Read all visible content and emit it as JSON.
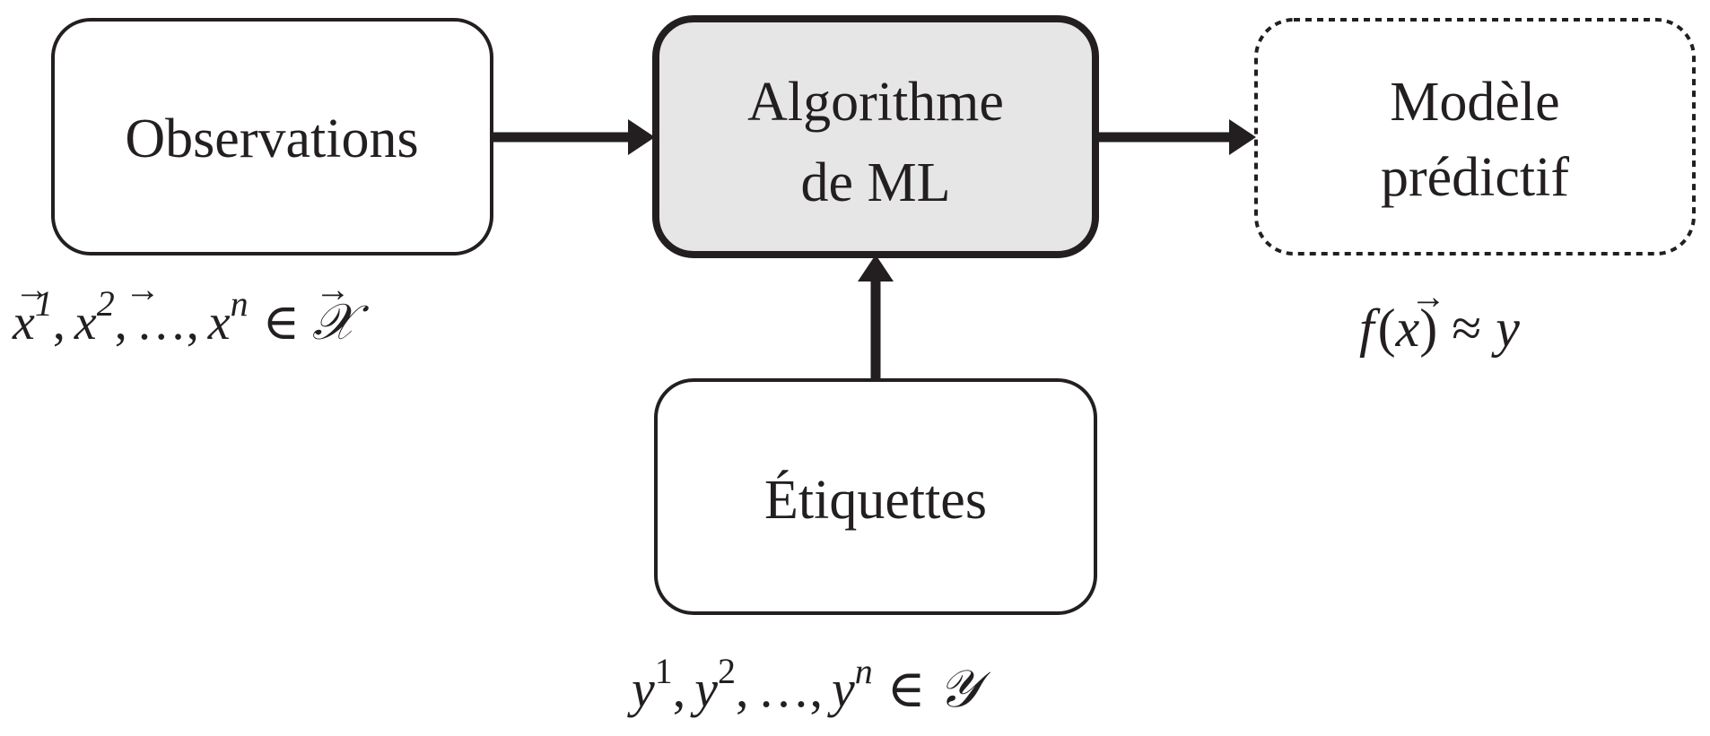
{
  "nodes": {
    "observations": {
      "label": "Observations",
      "style": "solid"
    },
    "algorithm": {
      "line1": "Algorithme",
      "line2": "de ML",
      "style": "bold",
      "fill": "#e6e6e6"
    },
    "model": {
      "line1": "Modèle",
      "line2": "prédictif",
      "style": "dashed"
    },
    "labels": {
      "label": "Étiquettes",
      "style": "solid"
    }
  },
  "math": {
    "observations": {
      "var": "x",
      "vec": "→",
      "sup1": "1",
      "sup2": "2",
      "supn": "n",
      "comma": ",",
      "ellipsis": "…",
      "in": "∈",
      "set": "𝒳"
    },
    "labels": {
      "var": "y",
      "sup1": "1",
      "sup2": "2",
      "supn": "n",
      "comma": ",",
      "ellipsis": "…",
      "in": "∈",
      "set": "𝒴"
    },
    "model": {
      "f": "f",
      "open": "(",
      "var": "x",
      "vec": "→",
      "close": ")",
      "approx": "≈",
      "y": "y"
    }
  },
  "colors": {
    "stroke": "#231f20",
    "algorithm_fill": "#e6e6e6",
    "background": "#ffffff"
  }
}
